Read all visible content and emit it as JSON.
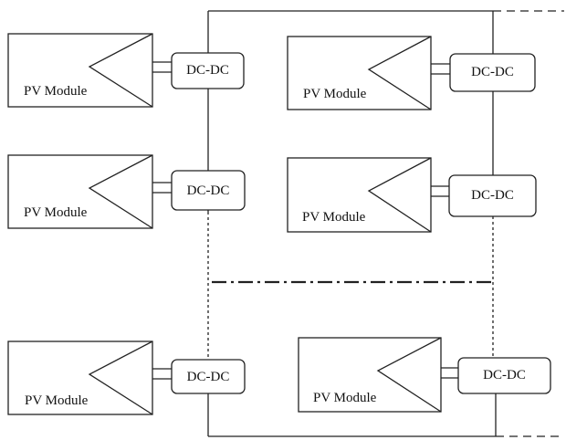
{
  "modules": [
    {
      "pv_label": "PV Module",
      "dc_label": "DC-DC"
    },
    {
      "pv_label": "PV Module",
      "dc_label": "DC-DC"
    },
    {
      "pv_label": "PV Module",
      "dc_label": "DC-DC"
    },
    {
      "pv_label": "PV Module",
      "dc_label": "DC-DC"
    },
    {
      "pv_label": "PV Module",
      "dc_label": "DC-DC"
    },
    {
      "pv_label": "PV Module",
      "dc_label": "DC-DC"
    }
  ]
}
